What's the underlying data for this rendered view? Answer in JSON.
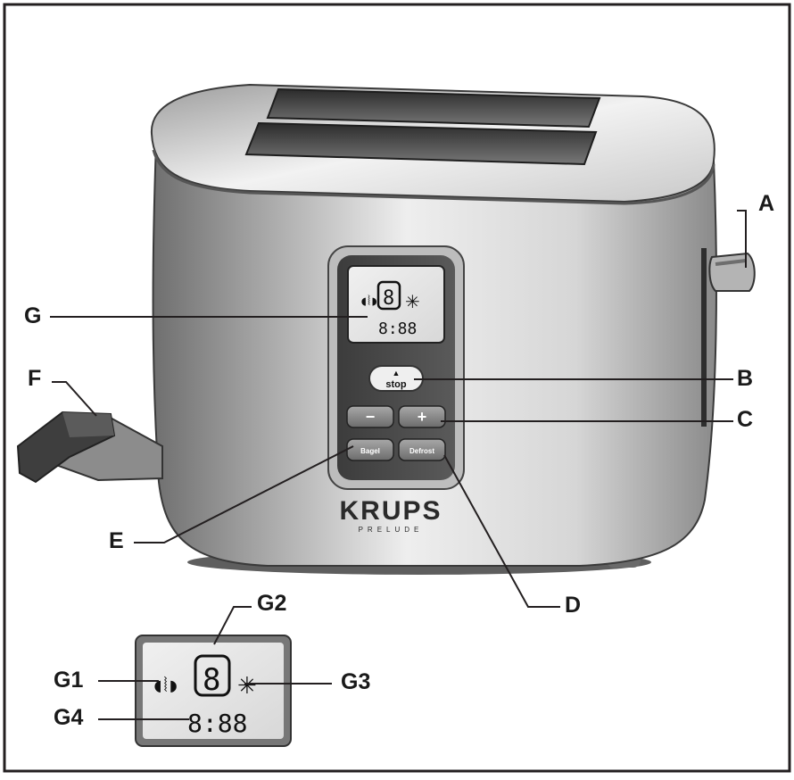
{
  "colors": {
    "frame": "#231f20",
    "body_light": "#e9e9e9",
    "body_dark": "#7d7d7d",
    "lcd_bg": "#e6e6e6",
    "panel": "#4a4a4a",
    "button": "#8e8e8e",
    "label": "#1a1a1a"
  },
  "callouts": {
    "A": "A",
    "B": "B",
    "C": "C",
    "D": "D",
    "E": "E",
    "F": "F",
    "G": "G",
    "G1": "G1",
    "G2": "G2",
    "G3": "G3",
    "G4": "G4"
  },
  "toaster": {
    "brand": "KRUPS",
    "model": "PRELUDE",
    "buttons": {
      "stop_label": "stop",
      "minus_label": "−",
      "plus_label": "+",
      "bagel_label": "Bagel",
      "defrost_label": "Defrost"
    }
  },
  "display": {
    "browning_level": "8",
    "time": "8:88",
    "bagel_icon": "bagel-icon",
    "defrost_icon": "snowflake-icon",
    "eject_icon": "eject-icon"
  }
}
